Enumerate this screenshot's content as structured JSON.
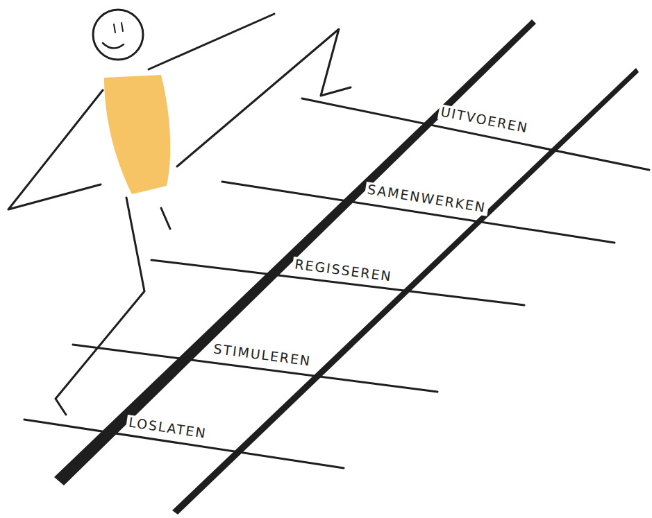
{
  "diagram": {
    "labels": [
      "UITVOEREN",
      "SAMENWERKEN",
      "REGISSEREN",
      "STIMULEREN",
      "LOSLATEN"
    ]
  }
}
